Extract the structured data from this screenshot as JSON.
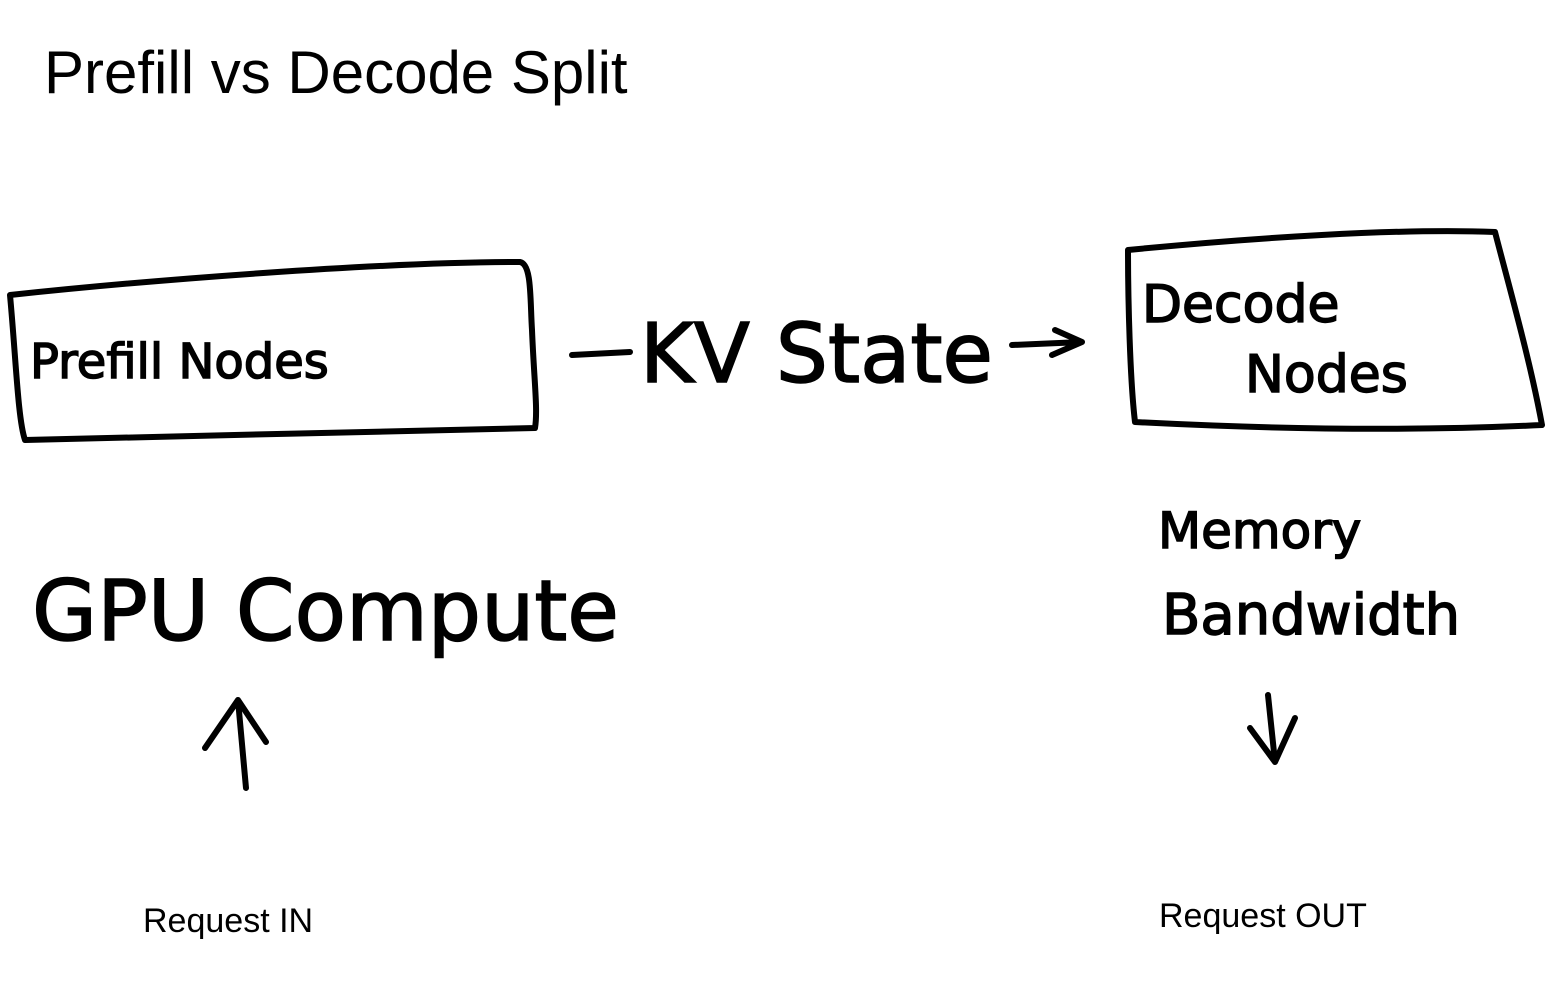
{
  "title": "Prefill vs Decode Split",
  "nodes": {
    "prefill": {
      "label": "Prefill Nodes",
      "note": "GPU Compute",
      "io": "Request IN"
    },
    "decode": {
      "label_line1": "Decode",
      "label_line2": "Nodes",
      "note_line1": "Memory",
      "note_line2": "Bandwidth",
      "io": "Request OUT"
    }
  },
  "edge": {
    "label": "KV State"
  },
  "colors": {
    "ink": "#000000",
    "background": "#ffffff"
  }
}
